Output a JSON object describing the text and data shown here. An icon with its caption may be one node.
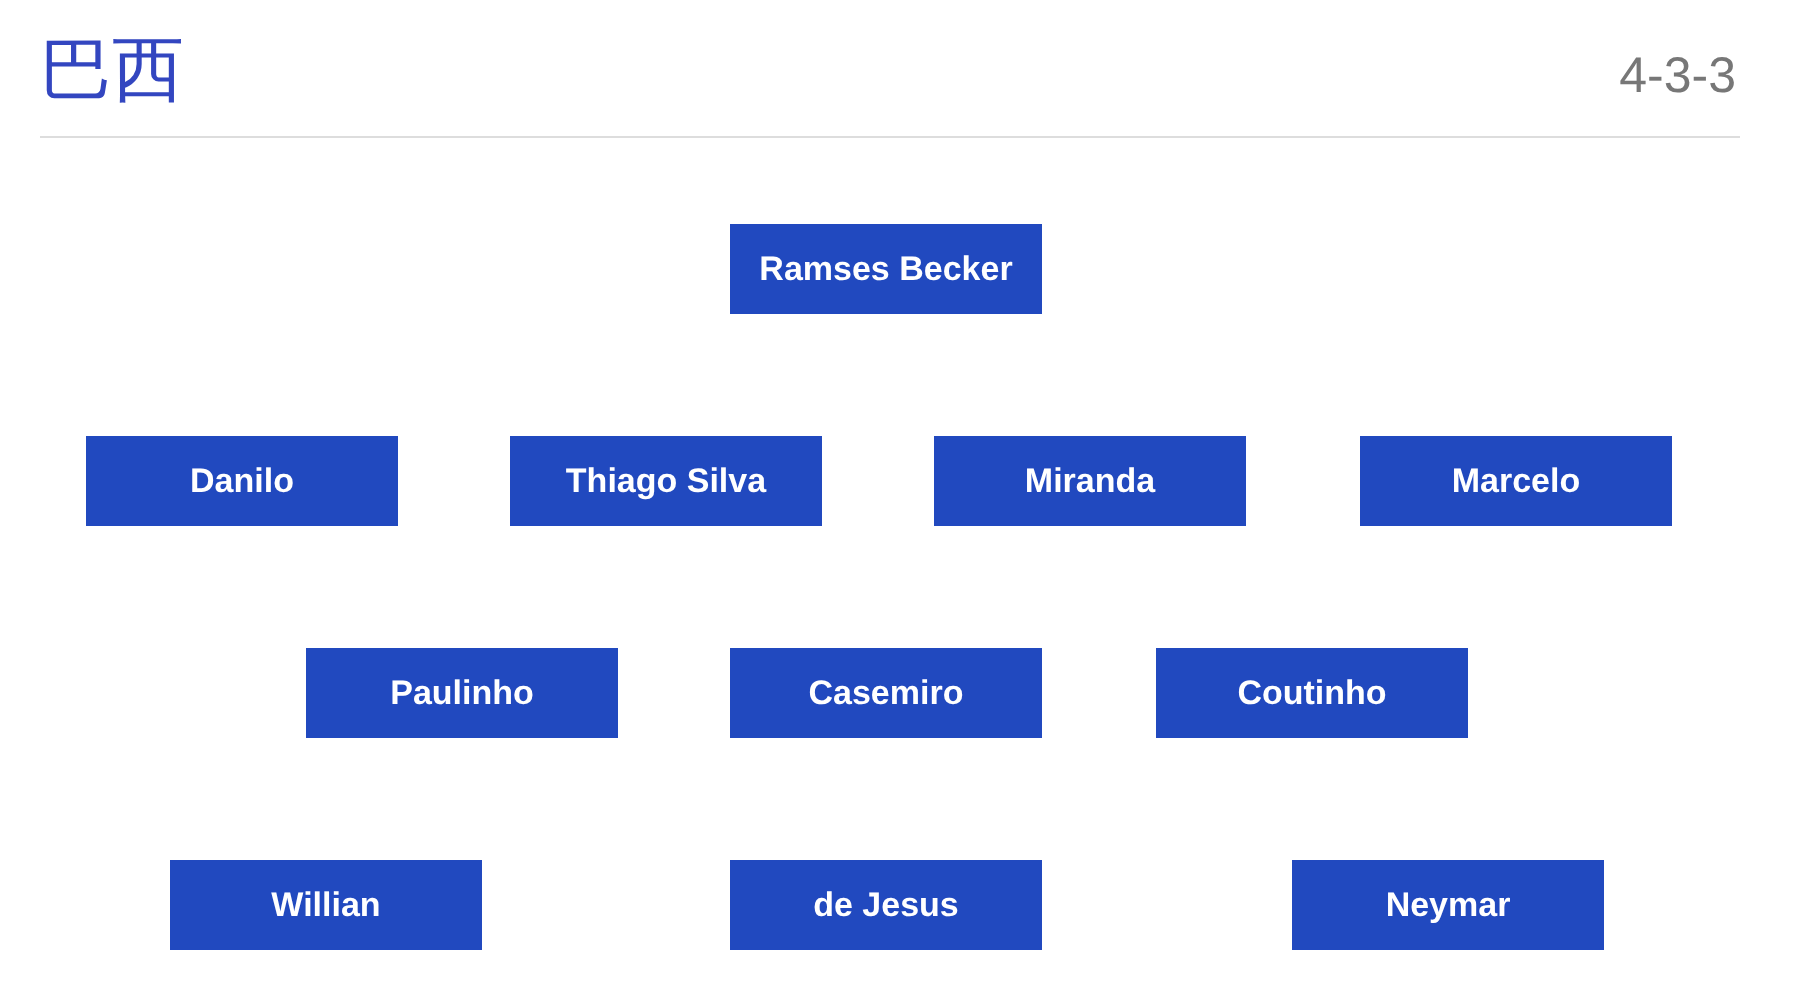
{
  "diagram": {
    "title": "巴西",
    "nodes": [
      {
        "text": [
          "Ramses Becker"
        ]
      },
      {
        "text": [
          "Danilo"
        ]
      },
      {
        "text": [
          "Thiago Silva"
        ]
      },
      {
        "text": [
          "Miranda"
        ]
      },
      {
        "text": [
          "Marcelo"
        ]
      },
      {
        "text": [
          "Paulinho"
        ]
      },
      {
        "text": [
          "Casemiro"
        ]
      },
      {
        "text": [
          "Coutinho"
        ]
      },
      {
        "text": [
          "Willian"
        ]
      },
      {
        "text": [
          "de Jesus"
        ]
      },
      {
        "text": [
          "Neymar"
        ]
      }
    ],
    "edges": [],
    "labels": [
      "4-3-3"
    ]
  }
}
